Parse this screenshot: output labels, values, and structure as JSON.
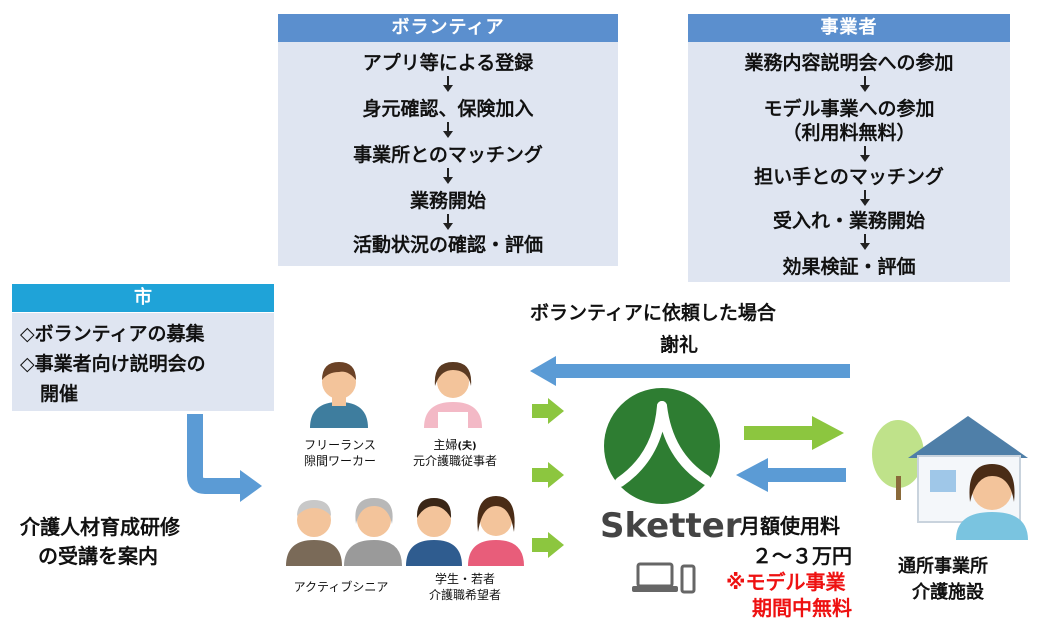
{
  "volunteer": {
    "title": "ボランティア",
    "steps": [
      "アプリ等による登録",
      "身元確認、保険加入",
      "事業所とのマッチング",
      "業務開始",
      "活動状況の確認・評価"
    ]
  },
  "business": {
    "title": "事業者",
    "steps": [
      "業務内容説明会への参加",
      "モデル事業への参加",
      "（利用料無料）",
      "担い手とのマッチング",
      "受入れ・業務開始",
      "効果検証・評価"
    ]
  },
  "city": {
    "title": "市",
    "lines": [
      "◇ボランティアの募集",
      "◇事業者向け説明会の",
      "開催"
    ]
  },
  "training": {
    "lines": [
      "介護人材育成研修",
      "の受講を案内"
    ]
  },
  "people": {
    "freelance": [
      "フリーランス",
      "隙間ワーカー"
    ],
    "housewife_main": "主婦",
    "housewife_sub": "(夫)",
    "housewife_line2": "元介護職従事者",
    "senior": "アクティブシニア",
    "student": [
      "学生・若者",
      "介護職希望者"
    ]
  },
  "reward": {
    "line1": "ボランティアに依頼した場合",
    "line2": "謝礼"
  },
  "app": {
    "name": "Sketter"
  },
  "fee": {
    "line1": "月額使用料",
    "line2": "２～３万円",
    "note1": "※モデル事業",
    "note2": "期間中無料"
  },
  "facility": {
    "line1": "通所事業所",
    "line2": "介護施設"
  },
  "colors": {
    "header_blue": "#5b8fce",
    "city_blue": "#1fa3d8",
    "panel": "#dfe5f1",
    "arrow_blue": "#5b9bd5",
    "arrow_green": "#8cc63f",
    "logo_green": "#2e7d32",
    "red": "#ee1111"
  }
}
